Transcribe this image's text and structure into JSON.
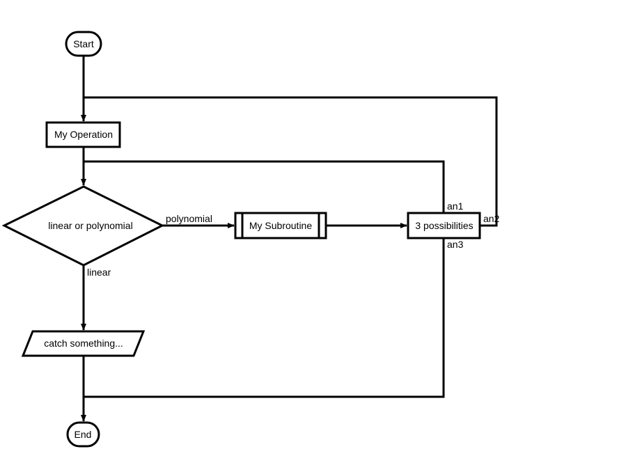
{
  "diagram": {
    "type": "flowchart",
    "stroke_color": "#000000",
    "fill_color": "#ffffff",
    "nodes": {
      "start": {
        "shape": "terminator",
        "label": "Start"
      },
      "operation": {
        "shape": "process",
        "label": "My Operation"
      },
      "decision": {
        "shape": "decision",
        "label": "linear or polynomial"
      },
      "subroutine": {
        "shape": "subroutine",
        "label": "My Subroutine"
      },
      "possibilities": {
        "shape": "process",
        "label": "3 possibilities"
      },
      "catch": {
        "shape": "input-output",
        "label": "catch something..."
      },
      "end": {
        "shape": "terminator",
        "label": "End"
      }
    },
    "edges": [
      {
        "from": "start",
        "to": "operation",
        "label": ""
      },
      {
        "from": "operation",
        "to": "decision",
        "label": ""
      },
      {
        "from": "decision",
        "to": "subroutine",
        "label": "polynomial"
      },
      {
        "from": "decision",
        "to": "catch",
        "label": "linear"
      },
      {
        "from": "subroutine",
        "to": "possibilities",
        "label": ""
      },
      {
        "from": "possibilities",
        "to": "decision",
        "label": "an1"
      },
      {
        "from": "possibilities",
        "to": "operation",
        "label": "an2"
      },
      {
        "from": "possibilities",
        "to": "end",
        "label": "an3"
      },
      {
        "from": "catch",
        "to": "end",
        "label": ""
      }
    ]
  }
}
